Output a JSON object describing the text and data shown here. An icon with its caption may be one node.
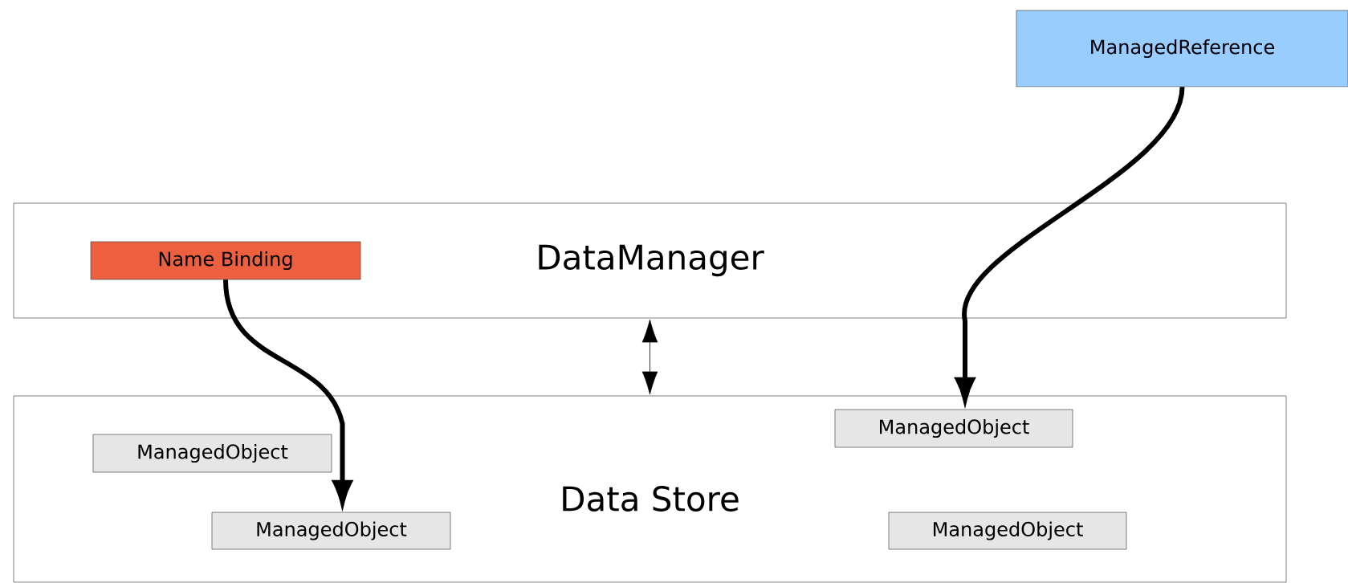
{
  "diagram": {
    "nodes": [
      {
        "text": [
          "ManagedReference"
        ]
      },
      {
        "text": [
          "DataManager"
        ]
      },
      {
        "text": [
          "Name Binding"
        ],
        "in": 1
      },
      {
        "text": [
          "Data Store"
        ]
      },
      {
        "text": [
          "ManagedObject"
        ],
        "in": 3
      },
      {
        "text": [
          "ManagedObject"
        ],
        "in": 3
      },
      {
        "text": [
          "ManagedObject"
        ],
        "in": 3
      },
      {
        "text": [
          "ManagedObject"
        ],
        "in": 3
      }
    ],
    "edges": [
      {
        "from": 0,
        "to": 4,
        "arrow": "to"
      },
      {
        "from": 2,
        "to": 6,
        "arrow": "to"
      },
      {
        "from": 1,
        "to": 3,
        "arrow": "both"
      }
    ]
  }
}
